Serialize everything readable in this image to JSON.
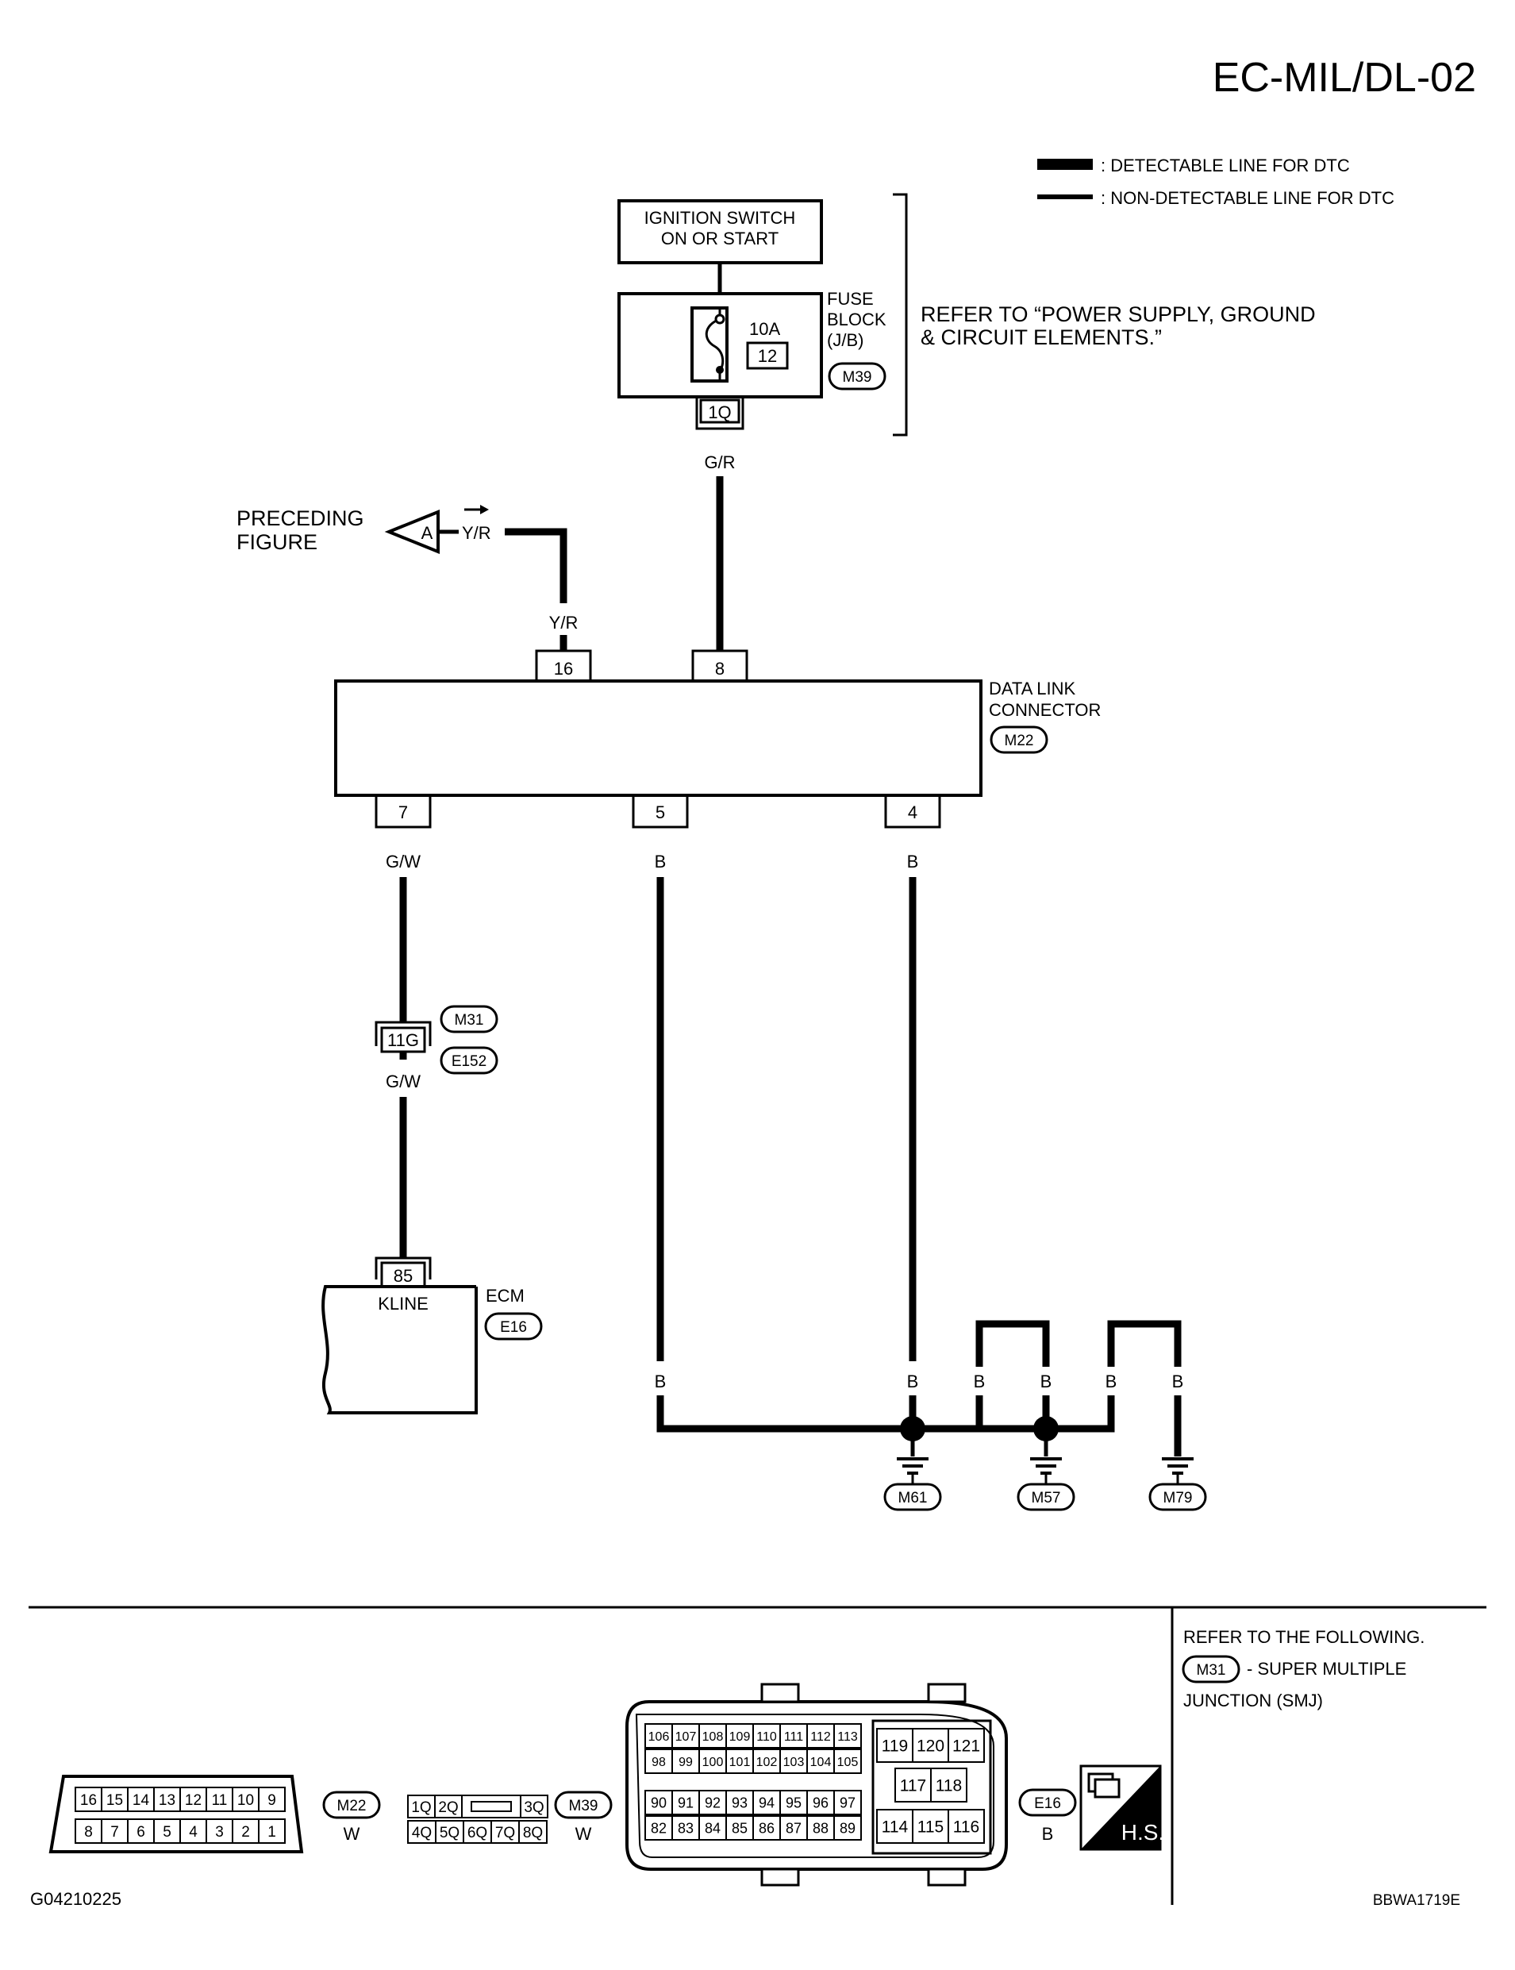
{
  "page_title": "EC-MIL/DL-02",
  "legend": {
    "detectable": ": DETECTABLE LINE FOR DTC",
    "non_detectable": ": NON-DETECTABLE LINE FOR DTC"
  },
  "ignition": {
    "line1": "IGNITION SWITCH",
    "line2": "ON OR START"
  },
  "fuse_block": {
    "label1": "FUSE",
    "label2": "BLOCK",
    "label3": "(J/B)",
    "connector": "M39",
    "rating": "10A",
    "fuse_no": "12",
    "terminal": "1Q"
  },
  "refer_power": {
    "line1": "REFER TO “POWER SUPPLY, GROUND",
    "line2": "& CIRCUIT ELEMENTS.”"
  },
  "wire_fuse_dlc": "G/R",
  "preceding": {
    "line1": "PRECEDING",
    "line2": "FIGURE",
    "symbol": "A",
    "wire": "Y/R"
  },
  "wire_pin16": "Y/R",
  "dlc": {
    "label1": "DATA LINK",
    "label2": "CONNECTOR",
    "connector": "M22",
    "pin_top_1": "16",
    "pin_top_2": "8",
    "pin_bot_1": "7",
    "pin_bot_2": "5",
    "pin_bot_3": "4"
  },
  "wire_pin7": "G/W",
  "wire_pin5": "B",
  "wire_pin4": "B",
  "smj": {
    "terminal": "11G",
    "connector_top": "M31",
    "connector_bottom": "E152",
    "wire_below": "G/W"
  },
  "ecm": {
    "label": "ECM",
    "connector": "E16",
    "pin": "85",
    "pin_name": "KLINE"
  },
  "ground_wires": {
    "w1": "B",
    "w2": "B",
    "w3": "B",
    "w4": "B",
    "w5": "B",
    "w6": "B"
  },
  "grounds": {
    "g1": "M61",
    "g2": "M57",
    "g3": "M79"
  },
  "refer_following": {
    "line1": "REFER TO THE FOLLOWING.",
    "connector": "M31",
    "line2": "- SUPER MULTIPLE",
    "line3": "JUNCTION (SMJ)"
  },
  "conn_m22": {
    "name": "M22",
    "color": "W",
    "top_row": [
      "16",
      "15",
      "14",
      "13",
      "12",
      "11",
      "10",
      "9"
    ],
    "bottom_row": [
      "8",
      "7",
      "6",
      "5",
      "4",
      "3",
      "2",
      "1"
    ]
  },
  "conn_m39": {
    "name": "M39",
    "color": "W",
    "top_row": [
      "1Q",
      "2Q",
      "3Q"
    ],
    "bottom_row": [
      "4Q",
      "5Q",
      "6Q",
      "7Q",
      "8Q"
    ]
  },
  "conn_e16": {
    "name": "E16",
    "color": "B",
    "block1_row1": [
      "106",
      "107",
      "108",
      "109",
      "110",
      "111",
      "112",
      "113"
    ],
    "block1_row2": [
      "98",
      "99",
      "100",
      "101",
      "102",
      "103",
      "104",
      "105"
    ],
    "block1_row3": [
      "90",
      "91",
      "92",
      "93",
      "94",
      "95",
      "96",
      "97"
    ],
    "block1_row4": [
      "82",
      "83",
      "84",
      "85",
      "86",
      "87",
      "88",
      "89"
    ],
    "block2_row1": [
      "119",
      "120",
      "121"
    ],
    "block2_row2": [
      "117",
      "118"
    ],
    "block2_row3": [
      "114",
      "115",
      "116"
    ]
  },
  "hs_label": "H.S.",
  "footer_left": "G04210225",
  "footer_right": "BBWA1719E"
}
